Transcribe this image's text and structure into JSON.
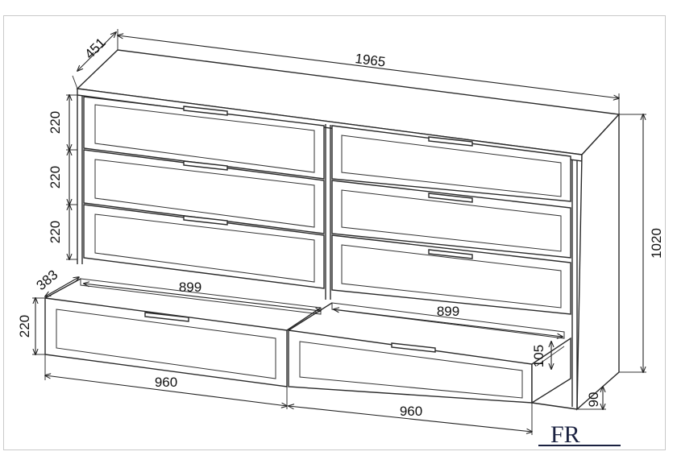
{
  "dimensions": {
    "total_width": "1965",
    "depth": "451",
    "total_height": "1020",
    "drawer_height_1": "220",
    "drawer_height_2": "220",
    "drawer_height_3": "220",
    "open_drawer_height": "220",
    "open_drawer_depth": "383",
    "inner_width_left": "899",
    "inner_width_right": "899",
    "front_width_left": "960",
    "front_width_right": "960",
    "side_height": "105",
    "plinth_height": "90"
  },
  "logo": {
    "text": "FR",
    "colors": [
      "#1a2140"
    ]
  },
  "colors": {
    "line": "#2a2a2a",
    "frame": "#c9c9c9"
  }
}
